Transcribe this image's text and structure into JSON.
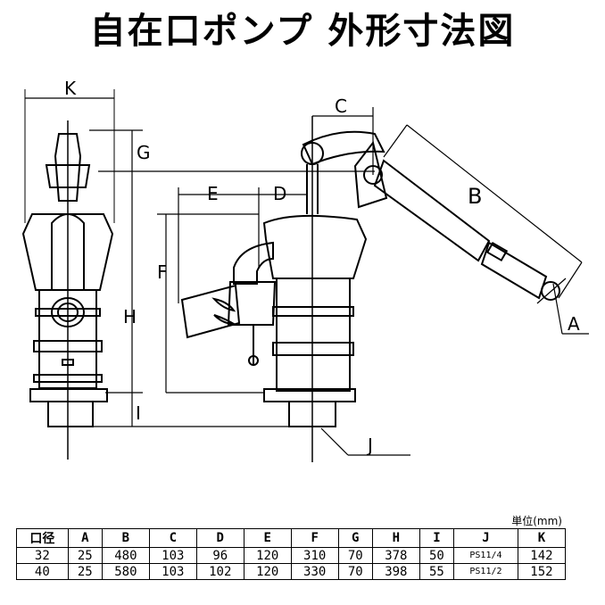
{
  "title": "自在口ポンプ 外形寸法図",
  "dimension_labels": [
    "K",
    "G",
    "H",
    "I",
    "C",
    "E",
    "D",
    "F",
    "B",
    "A",
    "J"
  ],
  "unit_label": "単位(mm)",
  "table": {
    "headers": [
      "口径",
      "A",
      "B",
      "C",
      "D",
      "E",
      "F",
      "G",
      "H",
      "I",
      "J",
      "K"
    ],
    "rows": [
      [
        "32",
        "25",
        "480",
        "103",
        "96",
        "120",
        "310",
        "70",
        "378",
        "50",
        "PS11/4",
        "142"
      ],
      [
        "40",
        "25",
        "580",
        "103",
        "102",
        "120",
        "330",
        "70",
        "398",
        "55",
        "PS11/2",
        "152"
      ]
    ]
  }
}
